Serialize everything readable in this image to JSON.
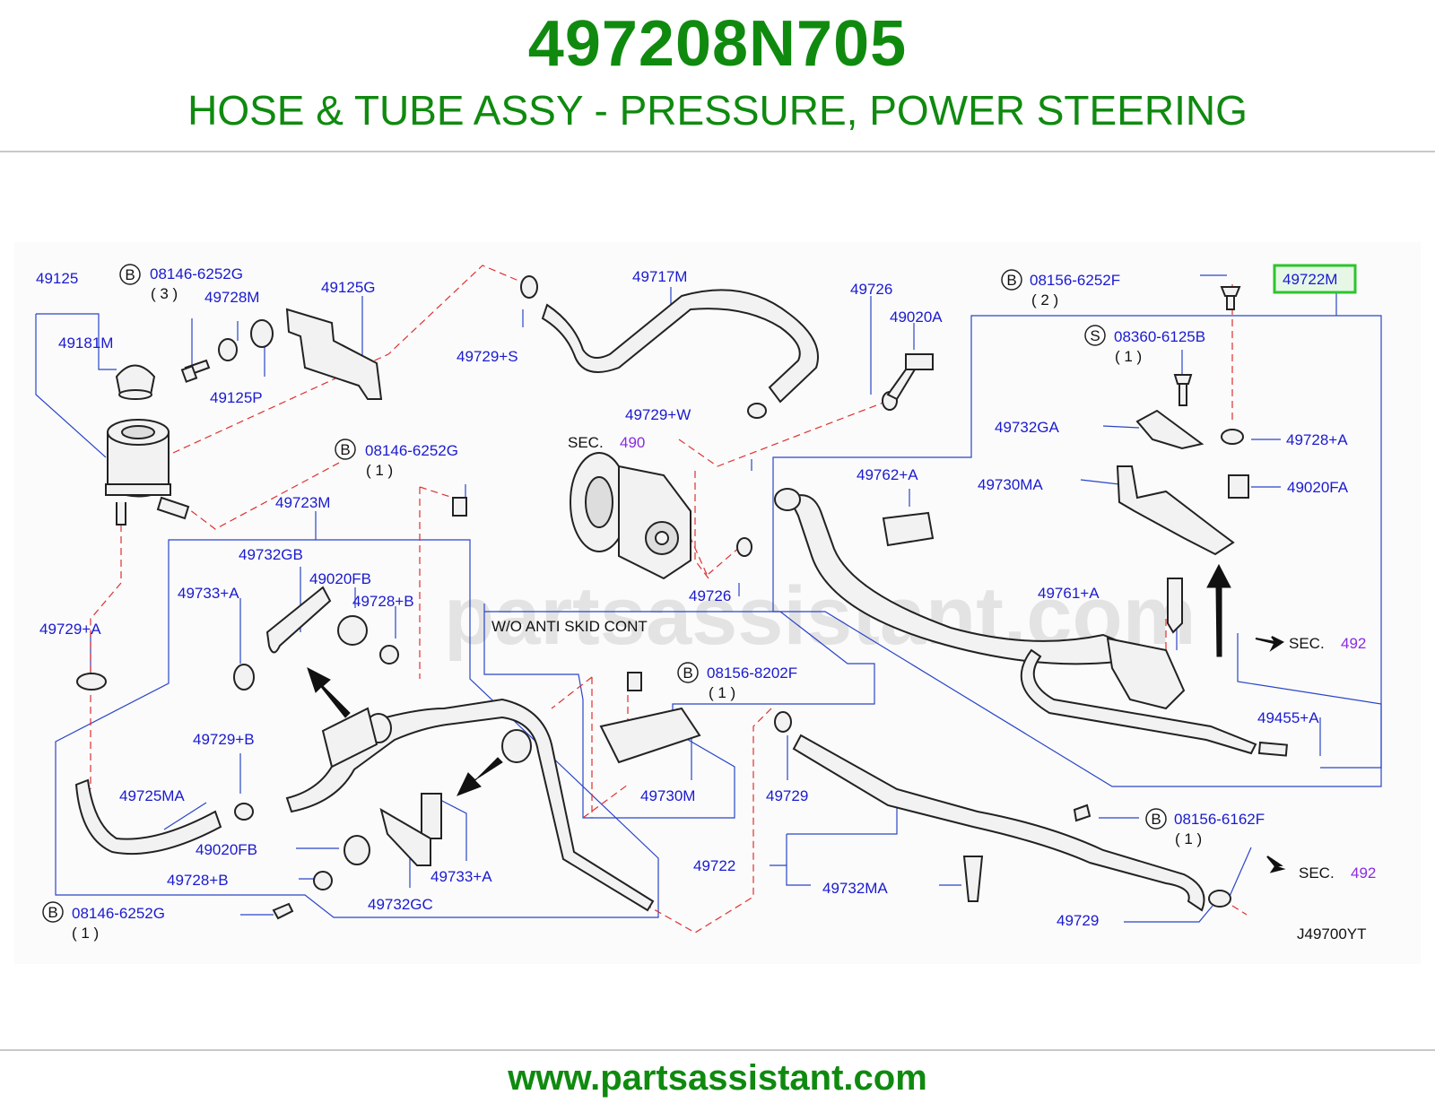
{
  "header": {
    "part_number": "497208N705",
    "title": "HOSE & TUBE ASSY - PRESSURE, POWER STEERING"
  },
  "watermark": "partsassistant.com",
  "footer": {
    "url": "www.partsassistant.com"
  },
  "diagram": {
    "code": "J49700YT",
    "note": "W/O  ANTI  SKID  CONT",
    "highlight_color": "#2ec42e",
    "labels": {
      "p49125": "49125",
      "p49181M": "49181M",
      "p08146_top": "08146-6252G",
      "q08146_top": "( 3 )",
      "p49728M": "49728M",
      "p49125P": "49125P",
      "p49125G": "49125G",
      "p49729S": "49729+S",
      "p49717M": "49717M",
      "p49726_top": "49726",
      "p49020A": "49020A",
      "p08156_top": "08156-6252F",
      "q08156_top": "( 2 )",
      "p49722M": "49722M",
      "p08360": "08360-6125B",
      "q08360": "( 1   )",
      "p49732GA": "49732GA",
      "p49728A": "49728+A",
      "p49729W": "49729+W",
      "sec490_text": "SEC.",
      "sec490_num": "490",
      "p08146_mid": "08146-6252G",
      "q08146_mid": "( 1 )",
      "p49762A": "49762+A",
      "p49730MA": "49730MA",
      "p49020FA": "49020FA",
      "p49723M": "49723M",
      "p49732GB": "49732GB",
      "p49020FB_top": "49020FB",
      "p49733A_top": "49733+A",
      "p49728B_top": "49728+B",
      "p49726_mid": "49726",
      "p49761A": "49761+A",
      "sec492a_text": "SEC.",
      "sec492a_num": "492",
      "p49729A": "49729+A",
      "p08156_8202": "08156-8202F",
      "q08156_8202": "( 1 )",
      "p49455A": "49455+A",
      "p49729B": "49729+B",
      "p49725MA": "49725MA",
      "p49730M": "49730M",
      "p49729_mid": "49729",
      "p08156_6162": "08156-6162F",
      "q08156_6162": "( 1 )",
      "p49020FB_bot": "49020FB",
      "p49722": "49722",
      "sec492b_text": "SEC.",
      "sec492b_num": "492",
      "p49728B_bot": "49728+B",
      "p49733A_bot": "49733+A",
      "p49732MA": "49732MA",
      "p08146_bot": "08146-6252G",
      "q08146_bot": "( 1 )",
      "p49732GC": "49732GC",
      "p49729_bot": "49729",
      "b_marker": "B",
      "s_marker": "S"
    }
  }
}
